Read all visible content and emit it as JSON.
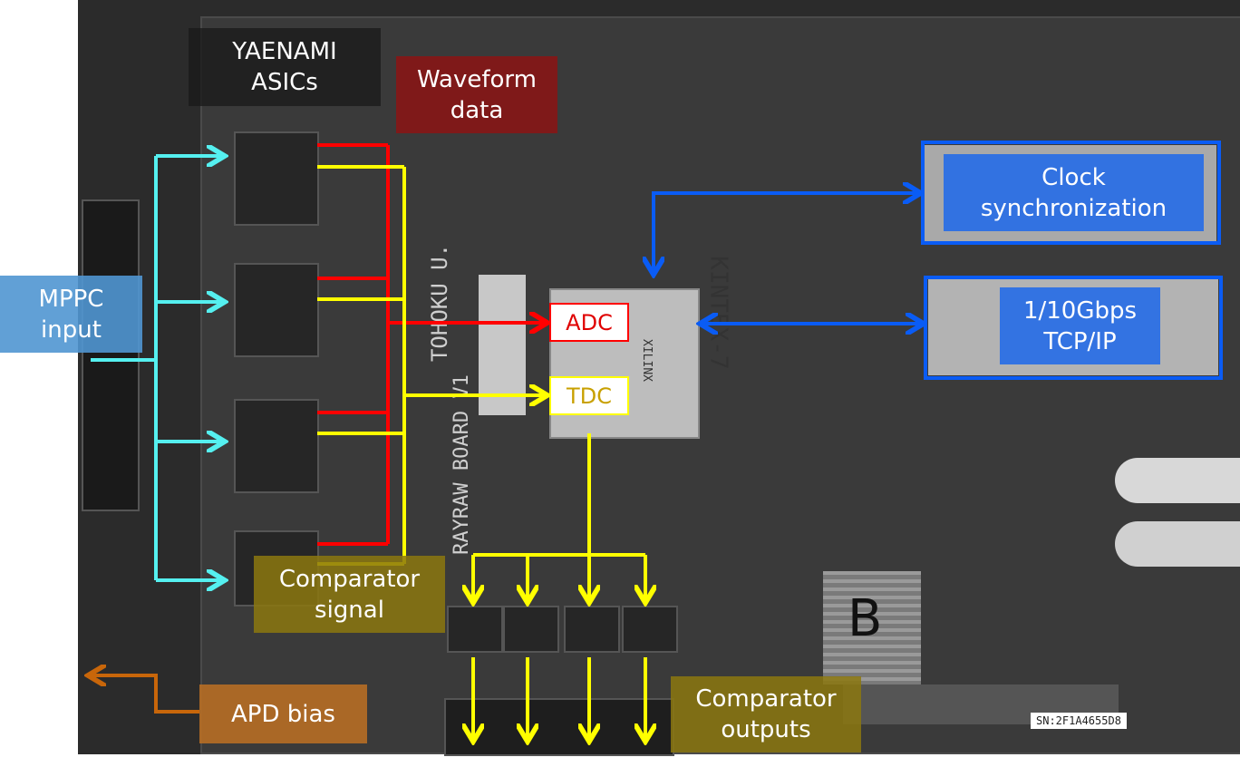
{
  "labels": {
    "yaenami": "YAENAMI\nASICs",
    "waveform": "Waveform\ndata",
    "mppc": "MPPC\ninput",
    "clock": "Clock\nsynchronization",
    "tcpip": "1/10Gbps\nTCP/IP",
    "adc": "ADC",
    "tdc": "TDC",
    "comparator_signal": "Comparator\nsignal",
    "apd_bias": "APD bias",
    "comparator_outputs": "Comparator\noutputs"
  },
  "board_text": {
    "fpga_vendor": "XILINX",
    "fpga_name": "KINTEX-7",
    "university": "TOHOKU U.",
    "board_name": "RAYRAW BOARD V1",
    "serial": "SN:2F1A4655D8",
    "marker": "B"
  },
  "colors": {
    "cyan": "#55f0f0",
    "red": "#ff0000",
    "yellow": "#ffff00",
    "blue": "#0a5cf5",
    "orange": "#c8660a"
  }
}
